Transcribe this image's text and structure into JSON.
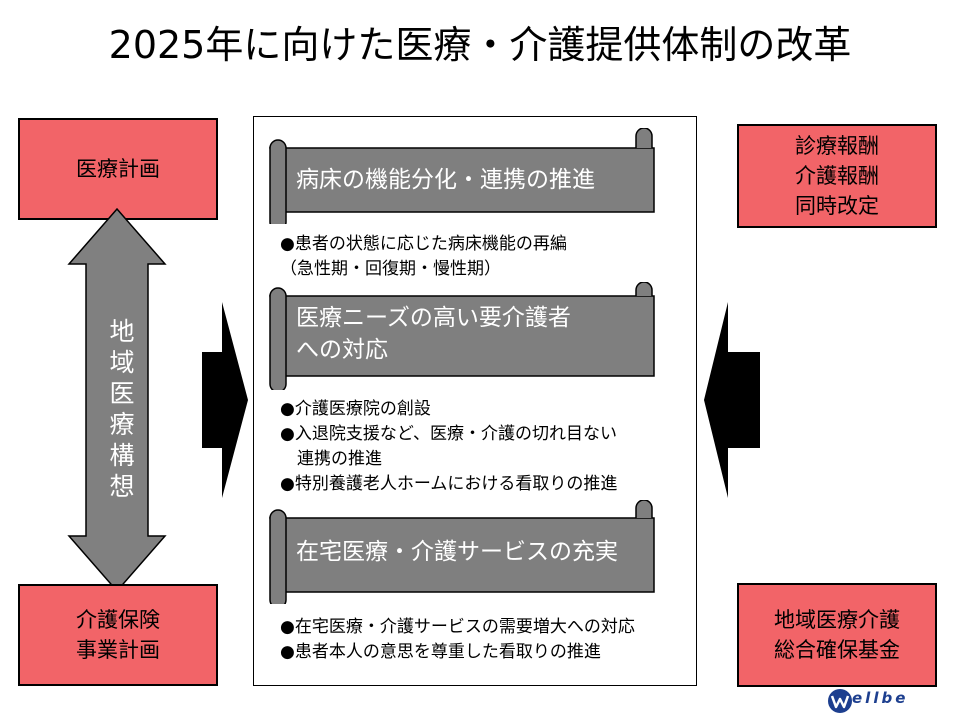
{
  "title": "2025年に向けた医療・介護提供体制の改革",
  "left": {
    "top_box": "医療計画",
    "bottom_box": "介護保険\n事業計画",
    "arrow_label": "地\n域\n医\n療\n構\n想"
  },
  "right": {
    "top_box": "診療報酬\n介護報酬\n同時改定",
    "bottom_box": "地域医療介護\n総合確保基金"
  },
  "center": {
    "sections": [
      {
        "heading": "病床の機能分化・連携の推進",
        "bullets": "●患者の状態に応じた病床機能の再編\n（急性期・回復期・慢性期）"
      },
      {
        "heading": "医療ニーズの高い要介護者\nへの対応",
        "bullets": "●介護医療院の創設\n●入退院支援など、医療・介護の切れ目ない\n　連携の推進\n●特別養護老人ホームにおける看取りの推進"
      },
      {
        "heading": "在宅医療・介護サービスの充実",
        "bullets": "●在宅医療・介護サービスの需要増大への対応\n●患者本人の意思を尊重した看取りの推進"
      }
    ]
  },
  "logo": {
    "text": "ellbe"
  },
  "colors": {
    "red_box": "#f26468",
    "arrow_gray": "#808080",
    "scroll_gray": "#7f7f7f",
    "logo_blue": "#1d3f8f"
  }
}
